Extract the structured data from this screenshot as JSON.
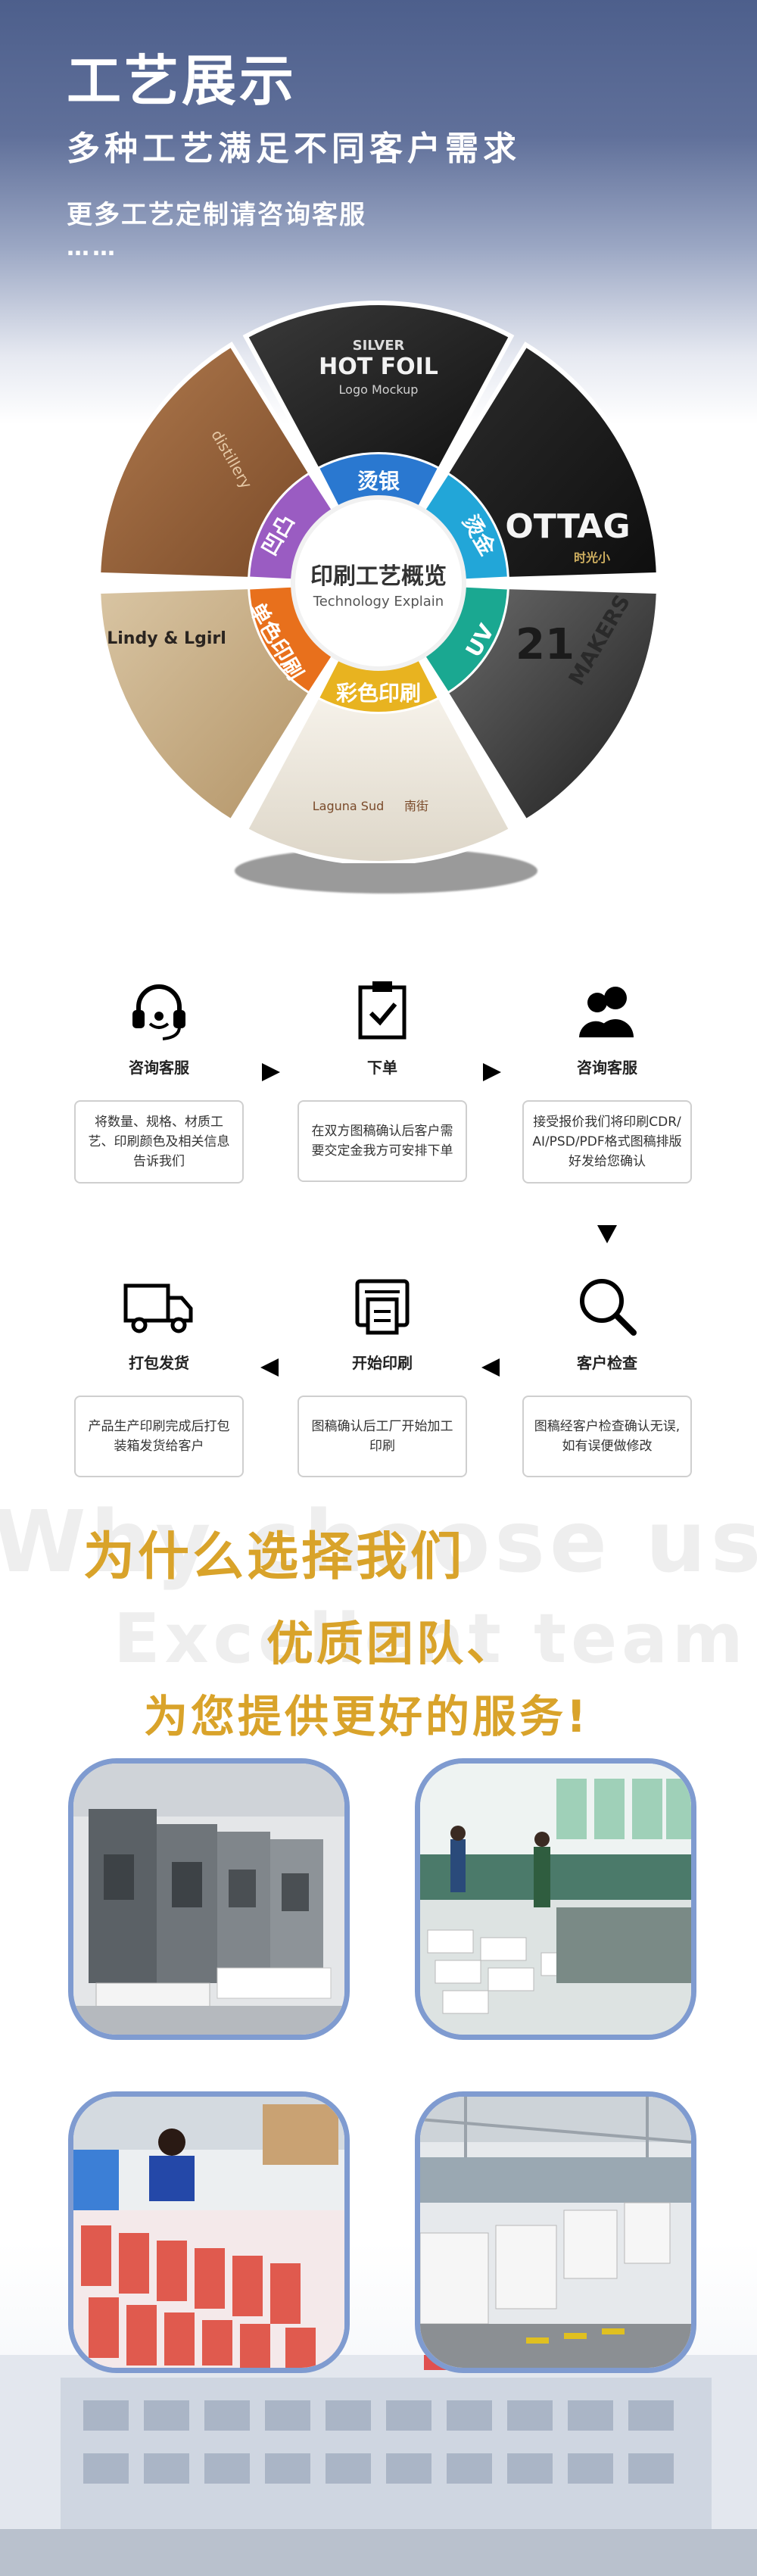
{
  "header": {
    "title": "工艺展示",
    "subtitle": "多种工艺满足不同客户需求",
    "note": "更多工艺定制请咨询客服",
    "dots": "……"
  },
  "wheel": {
    "center_title": "印刷工艺概览",
    "center_subtitle": "Technology Explain",
    "ring_labels": [
      "烫银",
      "烫金",
      "UV",
      "彩色印刷",
      "单色印刷",
      "凹凸"
    ],
    "ring_colors": [
      "#2a78d0",
      "#22a6d8",
      "#1aa891",
      "#e8b320",
      "#e8701c",
      "#9a5cc2"
    ],
    "sample_texts": {
      "silver_top": "SILVER",
      "silver_main": "HOT FOIL",
      "silver_sub": "Logo Mockup",
      "gold_word": "OTTAG",
      "gold_cn": "时光小",
      "uv_number": "21",
      "uv_word": "MAKERS",
      "color_brand": "Laguna Sud",
      "color_cn": "南街",
      "bag_brand": "Lindy & Lgirl",
      "emboss_word": "distillery"
    }
  },
  "process": {
    "steps": [
      {
        "title": "咨询客服",
        "desc": "将数量、规格、材质工艺、印刷颜色及相关信息告诉我们",
        "icon": "headset-icon"
      },
      {
        "title": "下单",
        "desc": "在双方图稿确认后客户需要交定金我方可安排下单",
        "icon": "clipboard-check-icon"
      },
      {
        "title": "咨询客服",
        "desc": "接受报价我们将印刷CDR/ AI/PSD/PDF格式图稿排版好发给您确认",
        "icon": "users-icon"
      },
      {
        "title": "客户检查",
        "desc": "图稿经客户检查确认无误,如有误便做修改",
        "icon": "magnifier-icon"
      },
      {
        "title": "开始印刷",
        "desc": "图稿确认后工厂开始加工印刷",
        "icon": "printer-icon"
      },
      {
        "title": "打包发货",
        "desc": "产品生产印刷完成后打包装箱发货给客户",
        "icon": "truck-icon"
      }
    ]
  },
  "why": {
    "ghost_1": "Why choose us",
    "ghost_2": "Excellent team",
    "line_1": "为什么选择我们",
    "line_2": "优质团队、",
    "line_3": "为您提供更好的服务!",
    "accent": "#d9a32a"
  },
  "photos": [
    "printing-press-photo",
    "workshop-photo",
    "packing-photo",
    "warehouse-photo"
  ],
  "colors": {
    "frame": "#7f9bd0",
    "hero_top": "#4d5f8c"
  }
}
